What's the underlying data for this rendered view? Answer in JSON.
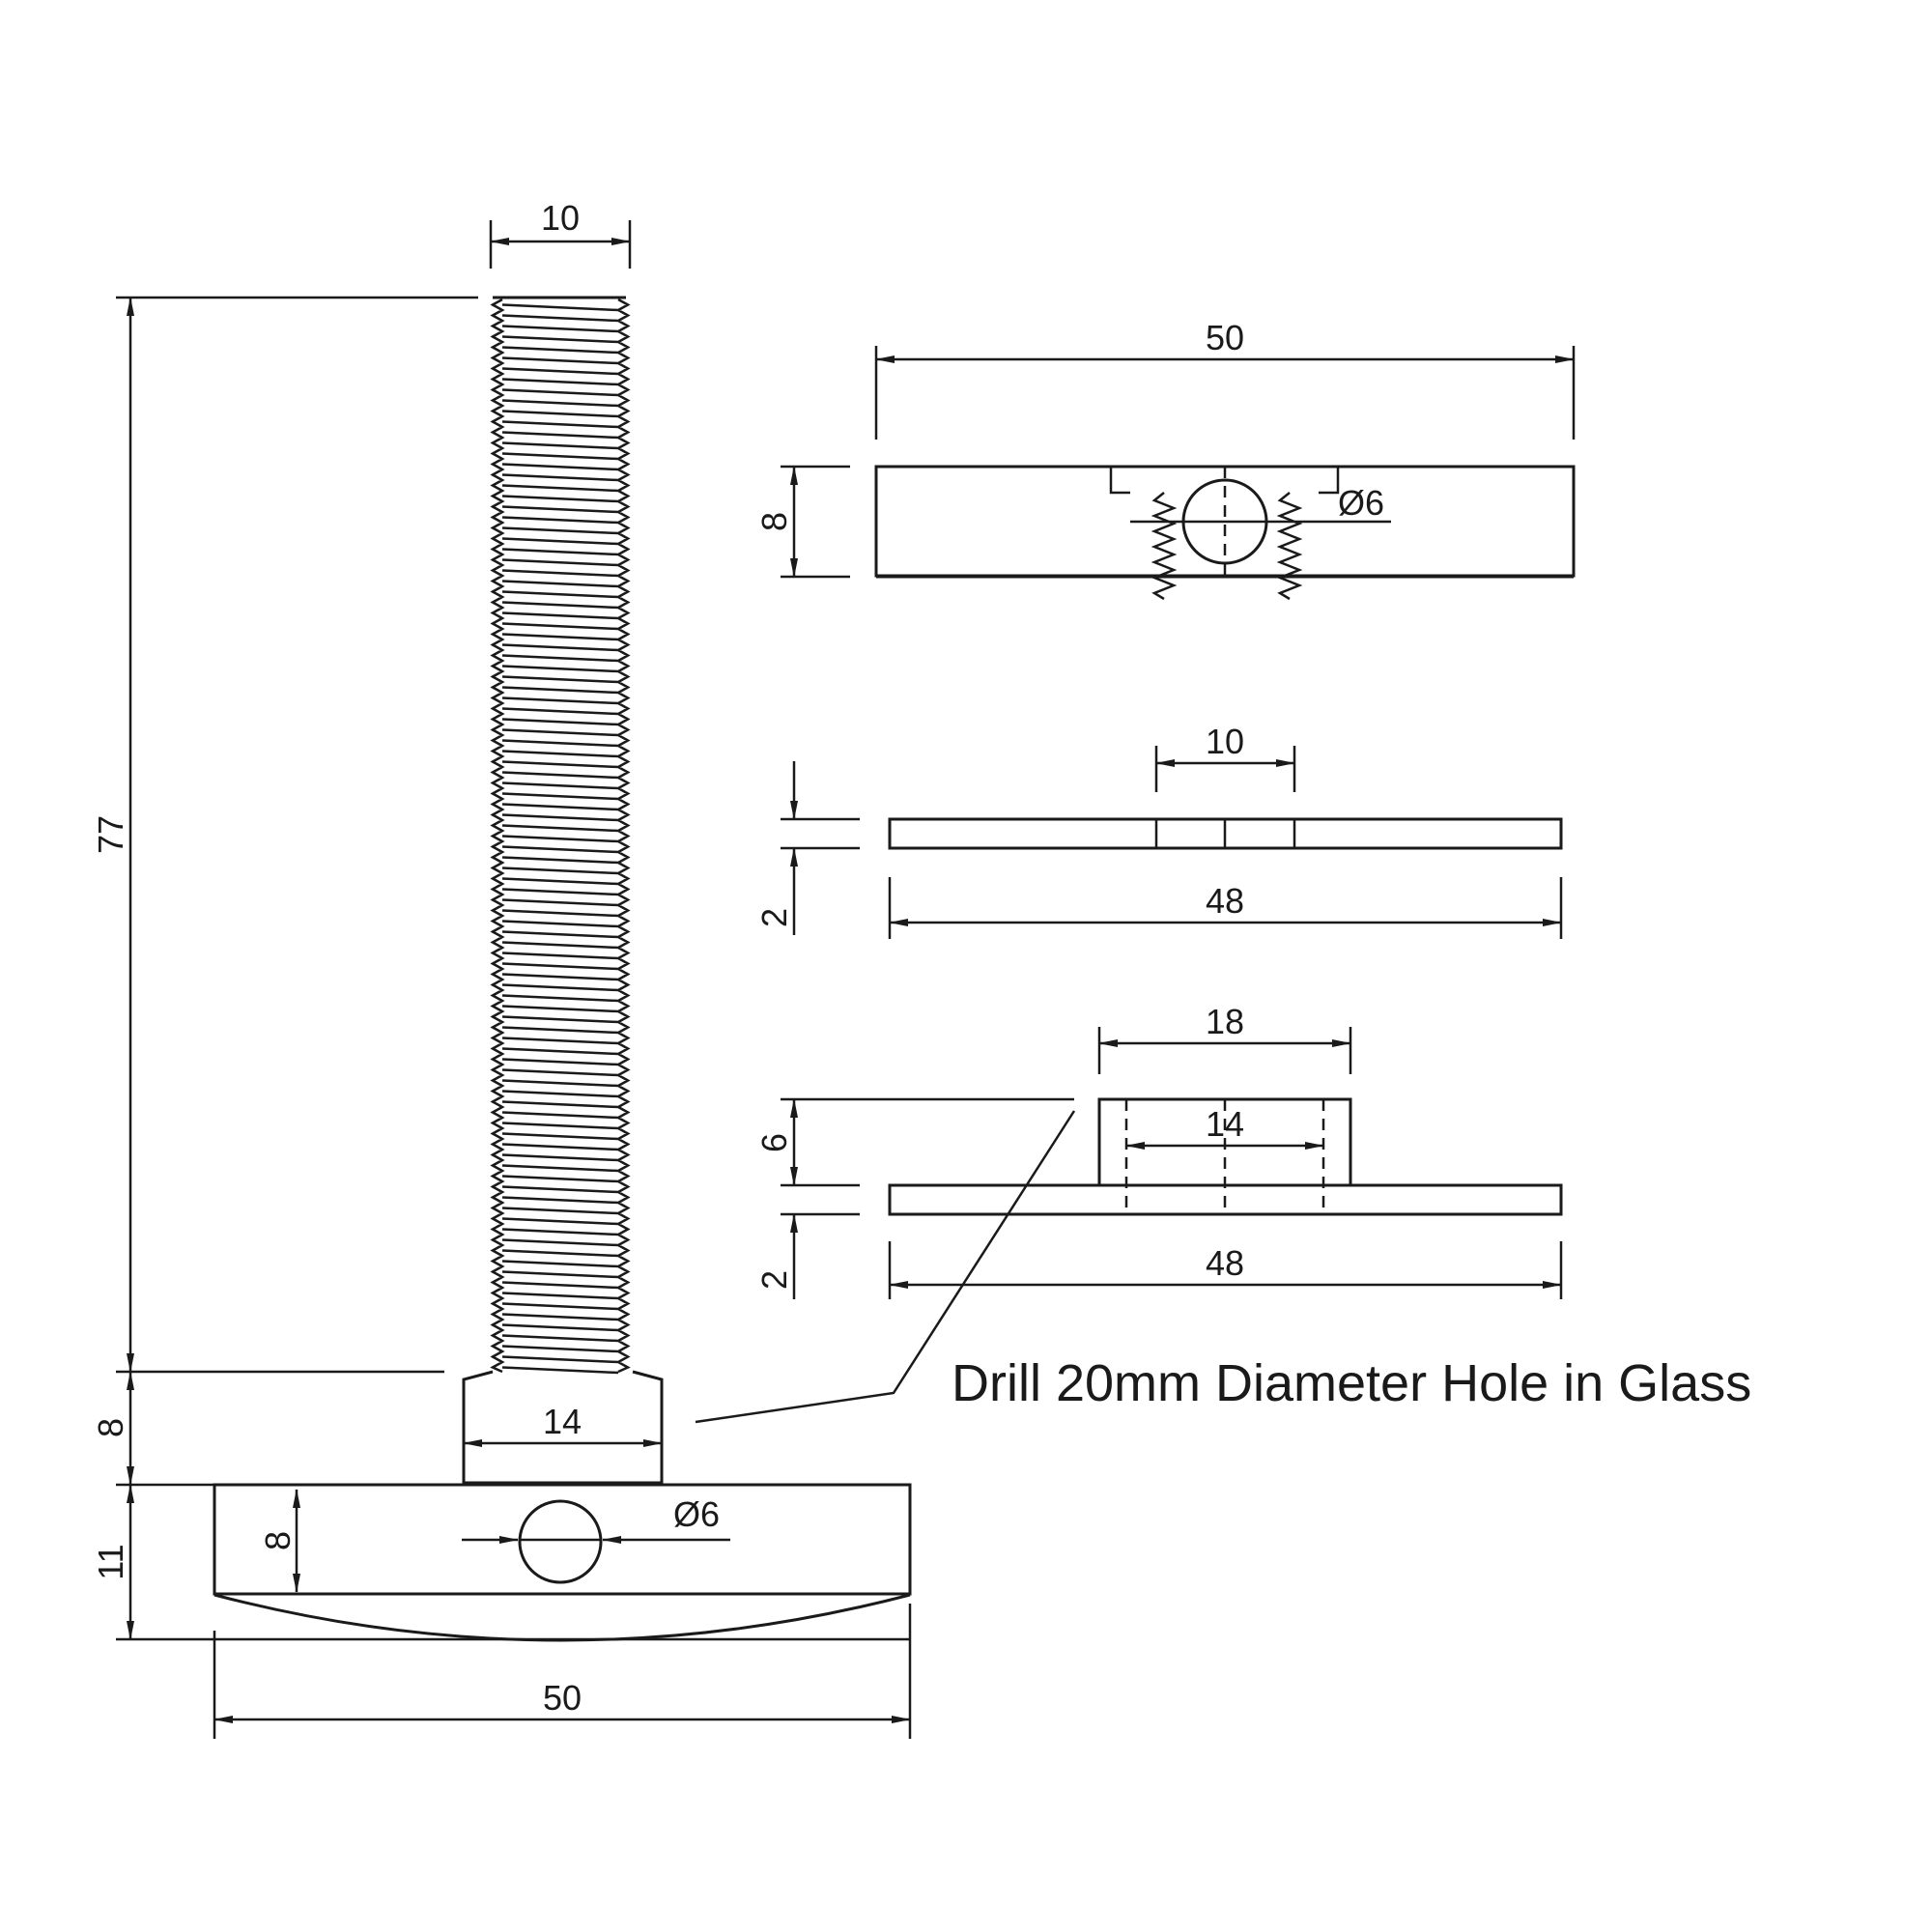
{
  "bolt_view": {
    "thread_width": "10",
    "thread_length": "77",
    "collar_height": "8",
    "collar_width": "14",
    "base_height": "11",
    "base_inner_height": "8",
    "hole_diameter": "Ø6",
    "base_width": "50"
  },
  "top_plate": {
    "width": "50",
    "height": "8",
    "hole_diameter": "Ø6"
  },
  "washer": {
    "slot_width": "10",
    "thickness": "2",
    "width": "48"
  },
  "sleeve_washer": {
    "sleeve_outer": "18",
    "sleeve_inner": "14",
    "sleeve_height": "6",
    "thickness": "2",
    "width": "48"
  },
  "note": "Drill 20mm Diameter Hole in Glass"
}
